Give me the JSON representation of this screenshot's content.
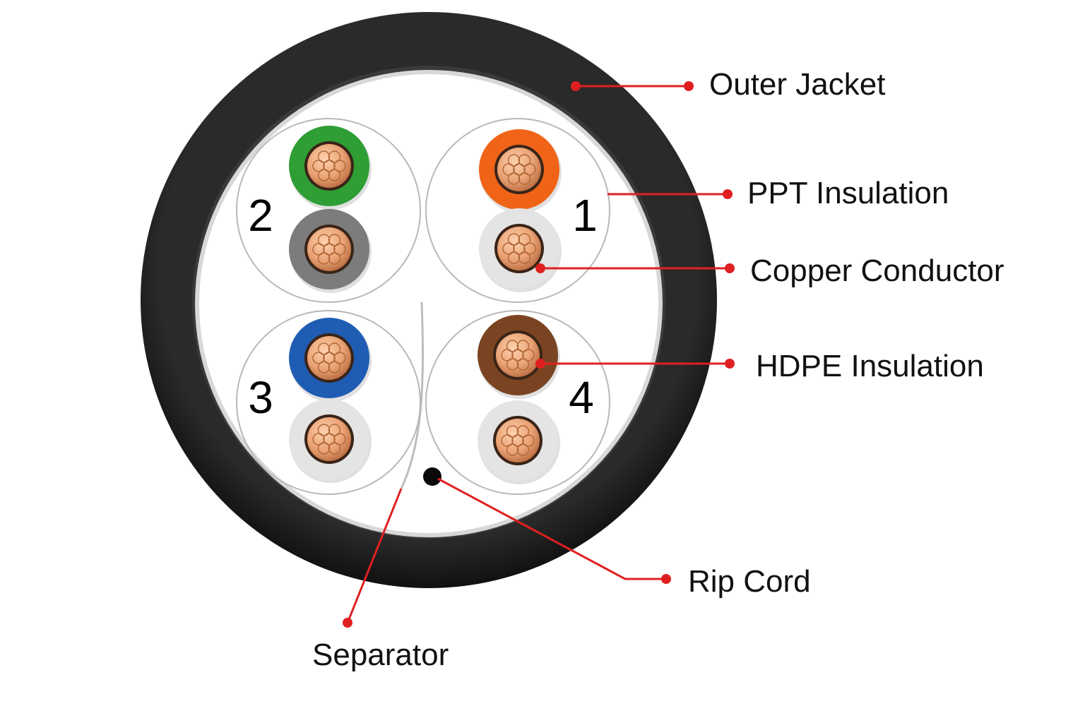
{
  "labels": {
    "outer_jacket": "Outer Jacket",
    "ppt_insulation": "PPT Insulation",
    "copper_conductor": "Copper Conductor",
    "hdpe_insulation": "HDPE Insulation",
    "rip_cord": "Rip Cord",
    "separator": "Separator"
  },
  "pairs": [
    {
      "number": "1",
      "colors": [
        "#f06418",
        "#e4e4e4"
      ]
    },
    {
      "number": "2",
      "colors": [
        "#2e9e35",
        "#7c7c7c"
      ]
    },
    {
      "number": "3",
      "colors": [
        "#1f5db4",
        "#e4e4e4"
      ]
    },
    {
      "number": "4",
      "colors": [
        "#7a4422",
        "#e4e4e4"
      ]
    }
  ],
  "colors": {
    "jacket": "#1c1c1c",
    "leader": "#e02020",
    "copper": "#e8a070"
  }
}
